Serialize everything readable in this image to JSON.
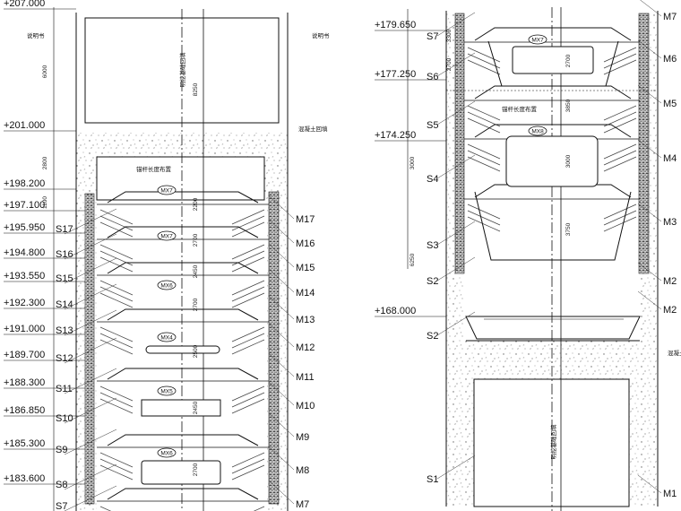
{
  "drawing": {
    "left": {
      "elevations": [
        "+207.000",
        "+201.000",
        "+198.200",
        "+197.100",
        "+195.950",
        "+194.800",
        "+193.550",
        "+192.300",
        "+191.000",
        "+189.700",
        "+188.300",
        "+186.850",
        "+185.300",
        "+183.600"
      ],
      "s_labels": [
        "S17",
        "S16",
        "S15",
        "S14",
        "S13",
        "S12",
        "S11",
        "S10",
        "S9",
        "S8",
        "S7"
      ],
      "m_labels": [
        "M17",
        "M16",
        "M15",
        "M14",
        "M13",
        "M12",
        "M11",
        "M10",
        "M9",
        "M8",
        "M7"
      ],
      "frame_tags": [
        "MX7",
        "MX7",
        "MX6",
        "MX4",
        "MX5",
        "MX6"
      ],
      "dims_left": [
        "6000",
        "2800",
        "1100"
      ],
      "dims_center": [
        "8250",
        "2200",
        "2700",
        "2450",
        "2700",
        "2500",
        "2450",
        "2700"
      ],
      "top_notes": [
        "说明书",
        "说明书"
      ],
      "side_note": "混凝土回填",
      "anchor_note": "锚杆长度布置",
      "block_text": "明挖基础回填"
    },
    "right": {
      "elevations": [
        "+179.650",
        "+177.250",
        "+174.250",
        "+168.000"
      ],
      "s_labels": [
        "S7",
        "S6",
        "S5",
        "S4",
        "S3",
        "S2",
        "S2",
        "S1"
      ],
      "m_labels": [
        "M7",
        "M6",
        "M5",
        "M4",
        "M3",
        "M2",
        "M2",
        "M1"
      ],
      "frame_tags": [
        "MX7",
        "MX8"
      ],
      "dims_left": [
        "3000",
        "6250"
      ],
      "dims_center": [
        "2700",
        "3850",
        "3000",
        "3750",
        "3300",
        "2700"
      ],
      "side_note": "混凝土回填",
      "anchor_note": "锚杆长度布置",
      "block_text": "明挖基础回填"
    }
  }
}
